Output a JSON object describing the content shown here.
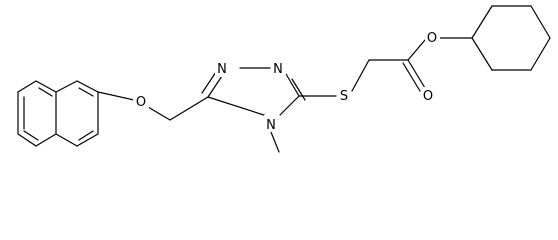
{
  "molecule": {
    "atoms": {
      "O_ester": "O",
      "O_carbonyl": "O",
      "S": "S",
      "N1": "N",
      "N2": "N",
      "N4": "N",
      "O_ether": "O"
    }
  }
}
